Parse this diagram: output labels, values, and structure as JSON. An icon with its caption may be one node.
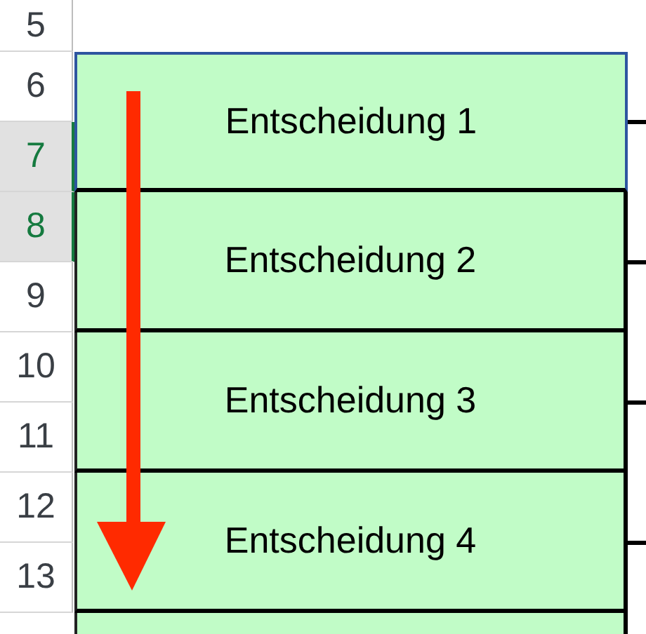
{
  "diagram": {
    "nodes": [
      {
        "text": [
          "Entscheidung 1"
        ]
      },
      {
        "text": [
          "Entscheidung 2"
        ]
      },
      {
        "text": [
          "Entscheidung 3"
        ]
      },
      {
        "text": [
          "Entscheidung 4"
        ]
      },
      {
        "text": [],
        "shape": "box"
      }
    ],
    "edges": [
      {
        "from": 0,
        "to": null,
        "arrow": "none"
      },
      {
        "from": 1,
        "to": null,
        "arrow": "none"
      },
      {
        "from": 2,
        "to": null,
        "arrow": "none"
      },
      {
        "from": 3,
        "to": null,
        "arrow": "none"
      }
    ],
    "labels": [
      "5",
      "6",
      "7",
      "8",
      "9",
      "10",
      "11",
      "12",
      "13"
    ]
  }
}
